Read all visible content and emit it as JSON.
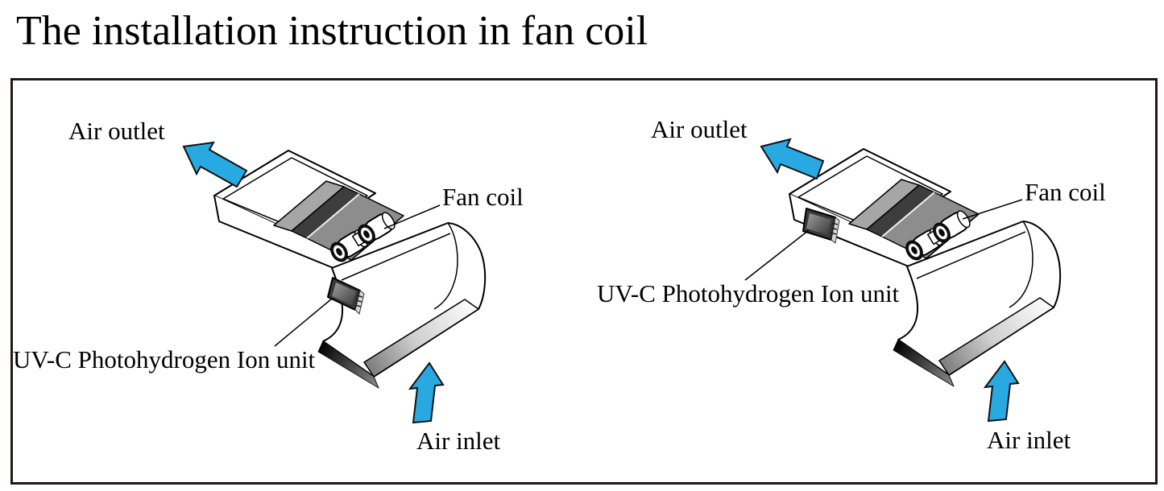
{
  "title": "The installation instruction in fan coil",
  "colors": {
    "arrow_blue": "#29A9E1",
    "outline_black": "#000000",
    "frame_border": "#231815",
    "coil_cover_light_gray": "#A6A6A6",
    "coil_cover_dark_stripe": "#3D3D3D",
    "coil_face_gray": "#8D8D8D"
  },
  "diagrams": [
    {
      "side": "left",
      "uvc_location": "mounted on unit front housing",
      "labels": {
        "air_outlet": "Air outlet",
        "fan_coil": "Fan coil",
        "uvc_unit": "UV-C Photohydrogen Ion unit",
        "air_inlet": "Air inlet"
      }
    },
    {
      "side": "right",
      "uvc_location": "mounted at air outlet duct wall",
      "labels": {
        "air_outlet": "Air outlet",
        "fan_coil": "Fan coil",
        "uvc_unit": "UV-C Photohydrogen Ion unit",
        "air_inlet": "Air inlet"
      }
    }
  ]
}
